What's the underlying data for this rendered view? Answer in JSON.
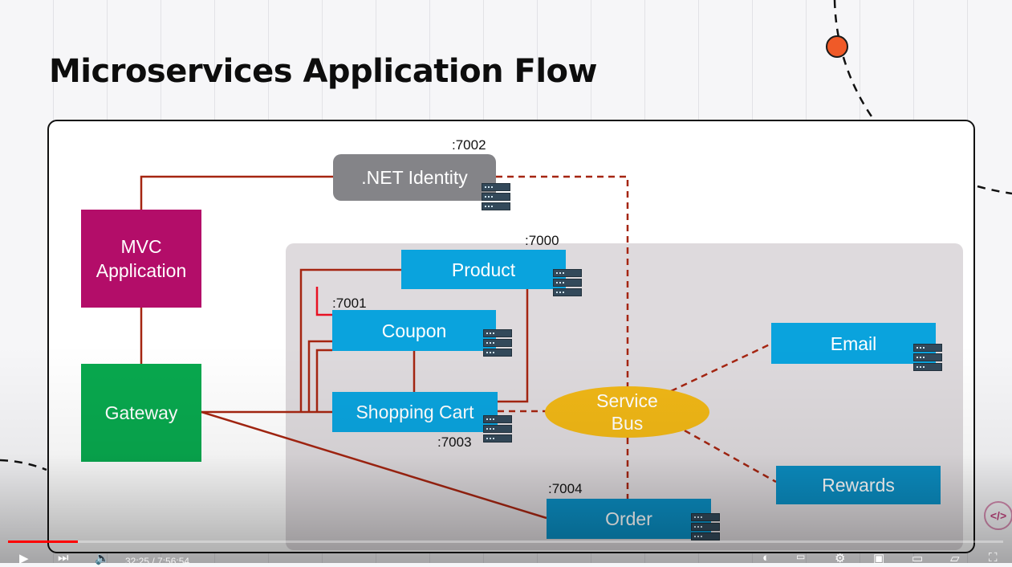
{
  "slide": {
    "title": "Microservices Application Flow"
  },
  "services": {
    "identity": {
      "label": ".NET Identity",
      "port": ":7002"
    },
    "mvc": {
      "label_line1": "MVC",
      "label_line2": "Application"
    },
    "gateway": {
      "label": "Gateway"
    },
    "product": {
      "label": "Product",
      "port": ":7000"
    },
    "coupon": {
      "label": "Coupon",
      "port": ":7001"
    },
    "shopping_cart": {
      "label": "Shopping Cart",
      "port": ":7003"
    },
    "service_bus": {
      "label_line1": "Service",
      "label_line2": "Bus"
    },
    "email": {
      "label": "Email"
    },
    "rewards": {
      "label": "Rewards"
    },
    "order": {
      "label": "Order",
      "port": ":7004"
    }
  },
  "player": {
    "time": "32:25 / 7:56:54",
    "progress_fraction": 0.07,
    "progress_color": "#ff0000"
  },
  "colors": {
    "identity": "#848488",
    "mvc": "#b30d69",
    "gateway": "#08a84e",
    "service_blue": "#0aa3dd",
    "service_bus": "#f0b716",
    "connector": "#a52511",
    "accent_dot": "#f05a28"
  }
}
